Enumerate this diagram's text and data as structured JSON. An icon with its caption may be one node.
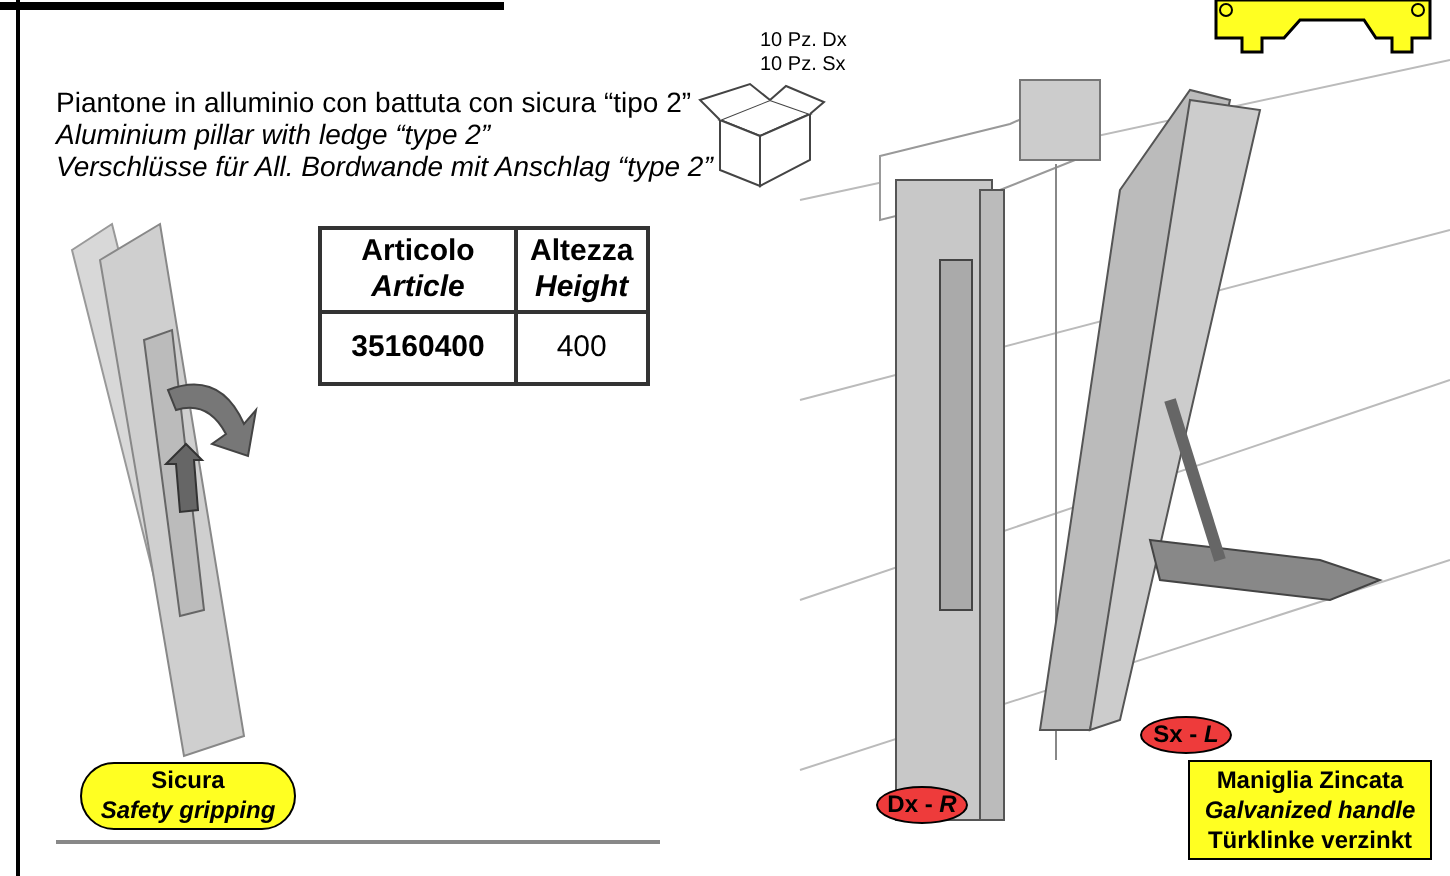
{
  "diagram": {
    "nodes": [
      {
        "text": [
          "Sicura",
          "Safety gripping"
        ]
      },
      {
        "text": [
          "Sx - *L*"
        ]
      },
      {
        "text": [
          "Dx - *R*"
        ]
      },
      {
        "text": [
          "Maniglia Zincata",
          "Galvanized handle",
          "Türklinke verzinkt"
        ]
      }
    ],
    "labels": [
      "Piantone in alluminio con battuta con sicura “tipo 2”",
      "Aluminium pillar with ledge “type 2”",
      "Verschlüsse für All. Bordwande mit Anschlag “type 2”",
      "10 Pz. Dx",
      "10 Pz. Sx",
      "Articolo",
      "Article",
      "Altezza",
      "Height",
      "35160400",
      "400"
    ]
  }
}
